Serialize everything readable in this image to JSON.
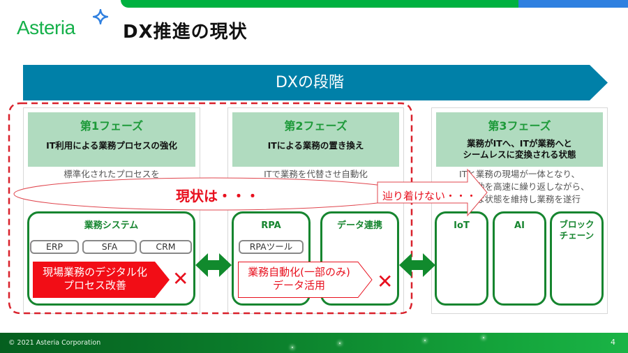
{
  "header": {
    "logo_text": "Asteria",
    "page_title": "DX推進の現状",
    "brand_colors": {
      "green": "#00b140",
      "blue": "#2f80e0",
      "logo_green": "#15b04a"
    }
  },
  "banner": {
    "label": "DXの段階",
    "color": "#0080a8"
  },
  "phases": [
    {
      "name": "第1フェーズ",
      "subtitle": "IT利用による業務プロセスの強化",
      "description": "標準化されたプロセスを\n情報システムで支援"
    },
    {
      "name": "第2フェーズ",
      "subtitle": "ITによる業務の置き換え",
      "description": "ITで業務を代替させ自動化"
    },
    {
      "name": "第3フェーズ",
      "subtitle": "業務がITへ、ITが業務へと\nシームレスに変換される状態",
      "description": "ITと業務の現場が一体となり、\n変革活動を高速に繰り返しながら、\n最適な状態を維持し業務を遂行"
    }
  ],
  "systems": {
    "phase1": {
      "title": "業務システム",
      "tools": [
        "ERP",
        "SFA",
        "CRM"
      ],
      "status": "現場業務のデジタル化\nプロセス改善"
    },
    "phase2": [
      {
        "title": "RPA",
        "tools": [
          "RPAツール"
        ]
      },
      {
        "title": "データ連携"
      }
    ],
    "phase2_status": "業務自動化(一部のみ)\nデータ活用",
    "phase3": [
      {
        "title": "IoT"
      },
      {
        "title": "AI"
      },
      {
        "title": "ブロック\nチェーン"
      }
    ]
  },
  "callouts": {
    "current_state": "現状は・・・",
    "cannot_reach": "辿り着けない・・・",
    "cross_mark": "✕",
    "accent_red": "#e8101e",
    "accent_green": "#16852f"
  },
  "footer": {
    "copyright": "© 2021 Asteria Corporation",
    "page_number": "4"
  }
}
